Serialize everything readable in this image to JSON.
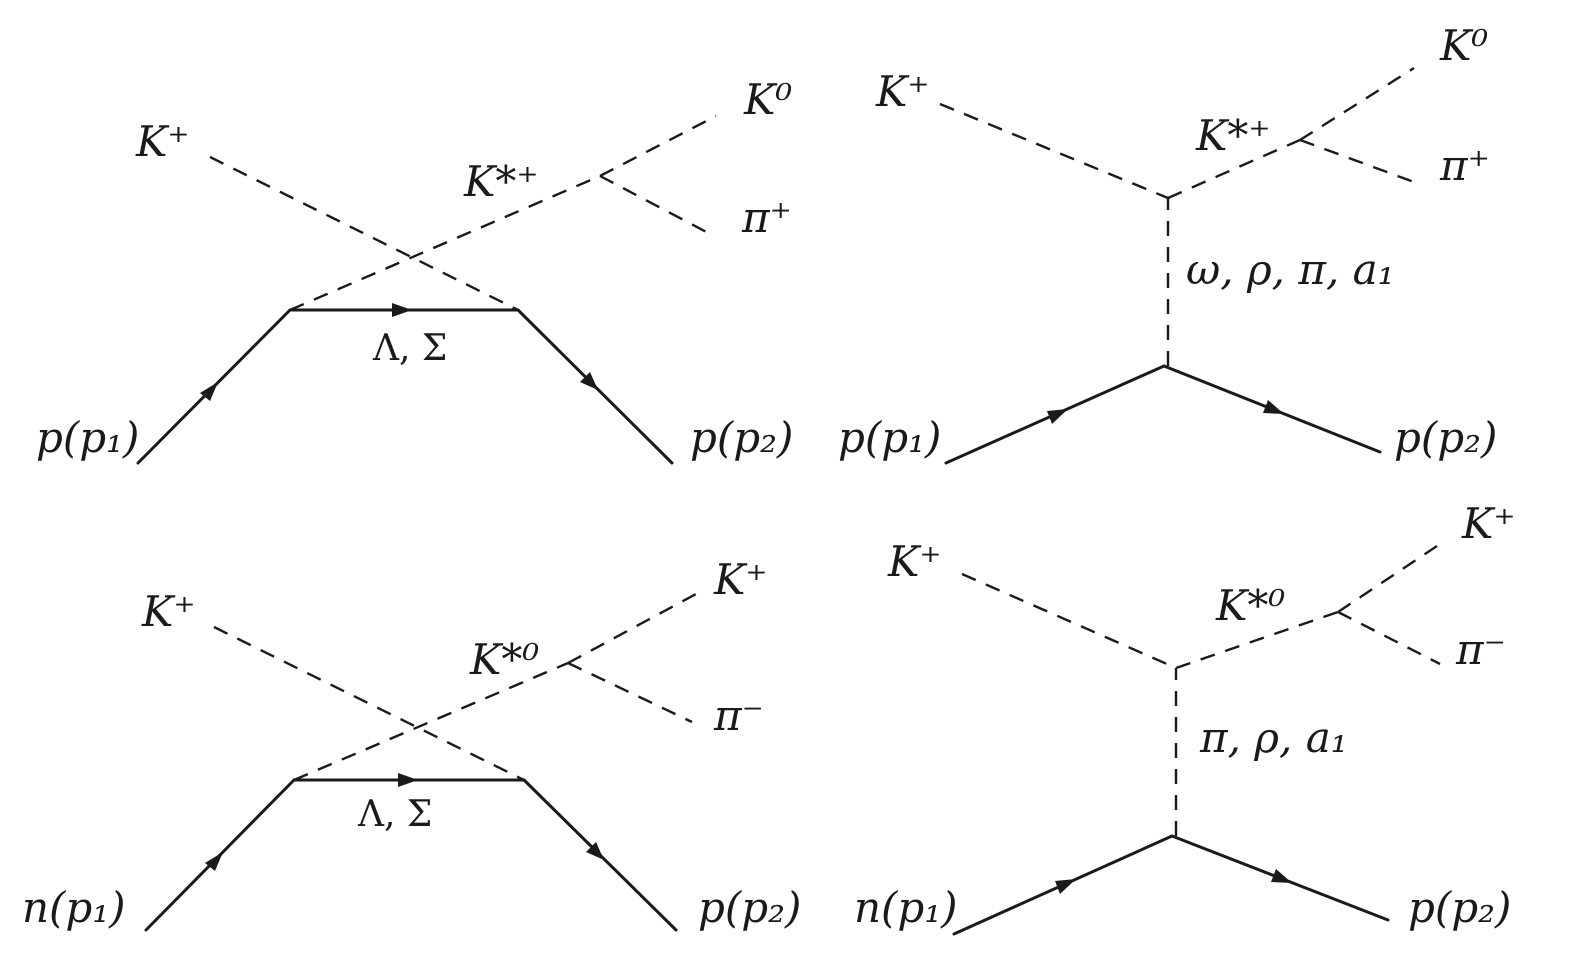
{
  "diagrams": [
    {
      "id": "top-left",
      "meson_in": "K⁺",
      "meson_out_1": "K⁰",
      "meson_out_2": "π⁺",
      "resonance": "K*⁺",
      "exchange": "Λ, Σ",
      "nucleon_in": "p(p₁)",
      "nucleon_out": "p(p₂)"
    },
    {
      "id": "top-right",
      "meson_in": "K⁺",
      "meson_out_1": "K⁰",
      "meson_out_2": "π⁺",
      "resonance": "K*⁺",
      "exchange": "ω, ρ, π, a₁",
      "nucleon_in": "p(p₁)",
      "nucleon_out": "p(p₂)"
    },
    {
      "id": "bottom-left",
      "meson_in": "K⁺",
      "meson_out_1": "K⁺",
      "meson_out_2": "π⁻",
      "resonance": "K*⁰",
      "exchange": "Λ, Σ",
      "nucleon_in": "n(p₁)",
      "nucleon_out": "p(p₂)"
    },
    {
      "id": "bottom-right",
      "meson_in": "K⁺",
      "meson_out_1": "K⁺",
      "meson_out_2": "π⁻",
      "resonance": "K*⁰",
      "exchange": "π, ρ, a₁",
      "nucleon_in": "n(p₁)",
      "nucleon_out": "p(p₂)"
    }
  ]
}
